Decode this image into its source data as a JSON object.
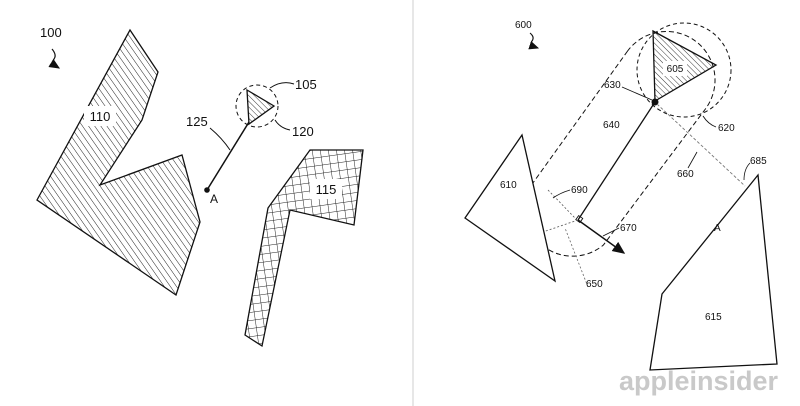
{
  "figure_left": {
    "figure_number": "100",
    "labels": {
      "shape_a": "110",
      "shape_b": "115",
      "avatar": "105",
      "circle": "120",
      "vector": "125",
      "point": "A"
    }
  },
  "figure_right": {
    "figure_number": "600",
    "labels": {
      "avatar": "605",
      "shape_left": "610",
      "shape_right": "615",
      "top_point": "630",
      "axis": "640",
      "capsule": "620",
      "distance": "660",
      "corner_mark": "685",
      "arc_marker": "690",
      "direction": "670",
      "dotted_line": "650",
      "point": "A"
    }
  },
  "watermark": "appleinsider",
  "colors": {
    "ink": "#111111",
    "divider": "#cfcfcf",
    "watermark": "#c9c9c9",
    "background": "#ffffff"
  }
}
